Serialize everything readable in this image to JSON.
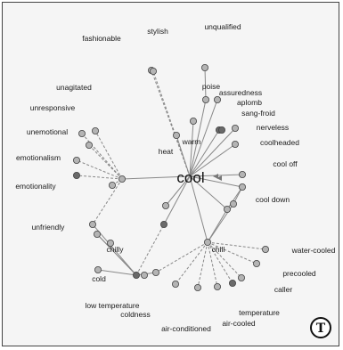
{
  "center": {
    "label": "cool"
  },
  "nodes": [
    {
      "id": "stylish",
      "label": "stylish"
    },
    {
      "id": "fashionable",
      "label": "fashionable"
    },
    {
      "id": "unqualified",
      "label": "unqualified"
    },
    {
      "id": "poise",
      "label": "poise"
    },
    {
      "id": "assuredness",
      "label": "assuredness"
    },
    {
      "id": "aplomb",
      "label": "aplomb"
    },
    {
      "id": "sang-froid",
      "label": "sang-froid"
    },
    {
      "id": "nerveless",
      "label": "nerveless"
    },
    {
      "id": "coolheaded",
      "label": "coolheaded"
    },
    {
      "id": "cool-off",
      "label": "cool off"
    },
    {
      "id": "cool-down",
      "label": "cool down"
    },
    {
      "id": "warm",
      "label": "warm"
    },
    {
      "id": "heat",
      "label": "heat"
    },
    {
      "id": "unagitated",
      "label": "unagitated"
    },
    {
      "id": "unresponsive",
      "label": "unresponsive"
    },
    {
      "id": "unemotional",
      "label": "unemotional"
    },
    {
      "id": "emotionalism",
      "label": "emotionalism"
    },
    {
      "id": "emotionality",
      "label": "emotionality"
    },
    {
      "id": "unfriendly",
      "label": "unfriendly"
    },
    {
      "id": "chilly",
      "label": "chilly"
    },
    {
      "id": "cold",
      "label": "cold"
    },
    {
      "id": "chill",
      "label": "chill"
    },
    {
      "id": "water-cooled",
      "label": "water-cooled"
    },
    {
      "id": "precooled",
      "label": "precooled"
    },
    {
      "id": "caller",
      "label": "caller"
    },
    {
      "id": "temperature",
      "label": "temperature"
    },
    {
      "id": "air-cooled",
      "label": "air-cooled"
    },
    {
      "id": "air-conditioned",
      "label": "air-conditioned"
    },
    {
      "id": "coldness",
      "label": "coldness"
    },
    {
      "id": "low-temperature",
      "label": "low temperature"
    }
  ],
  "logo": {
    "label": "T"
  },
  "colors": {
    "node_light": "#b4b4b4",
    "node_dark": "#6a6a6a",
    "edge": "#888888"
  }
}
